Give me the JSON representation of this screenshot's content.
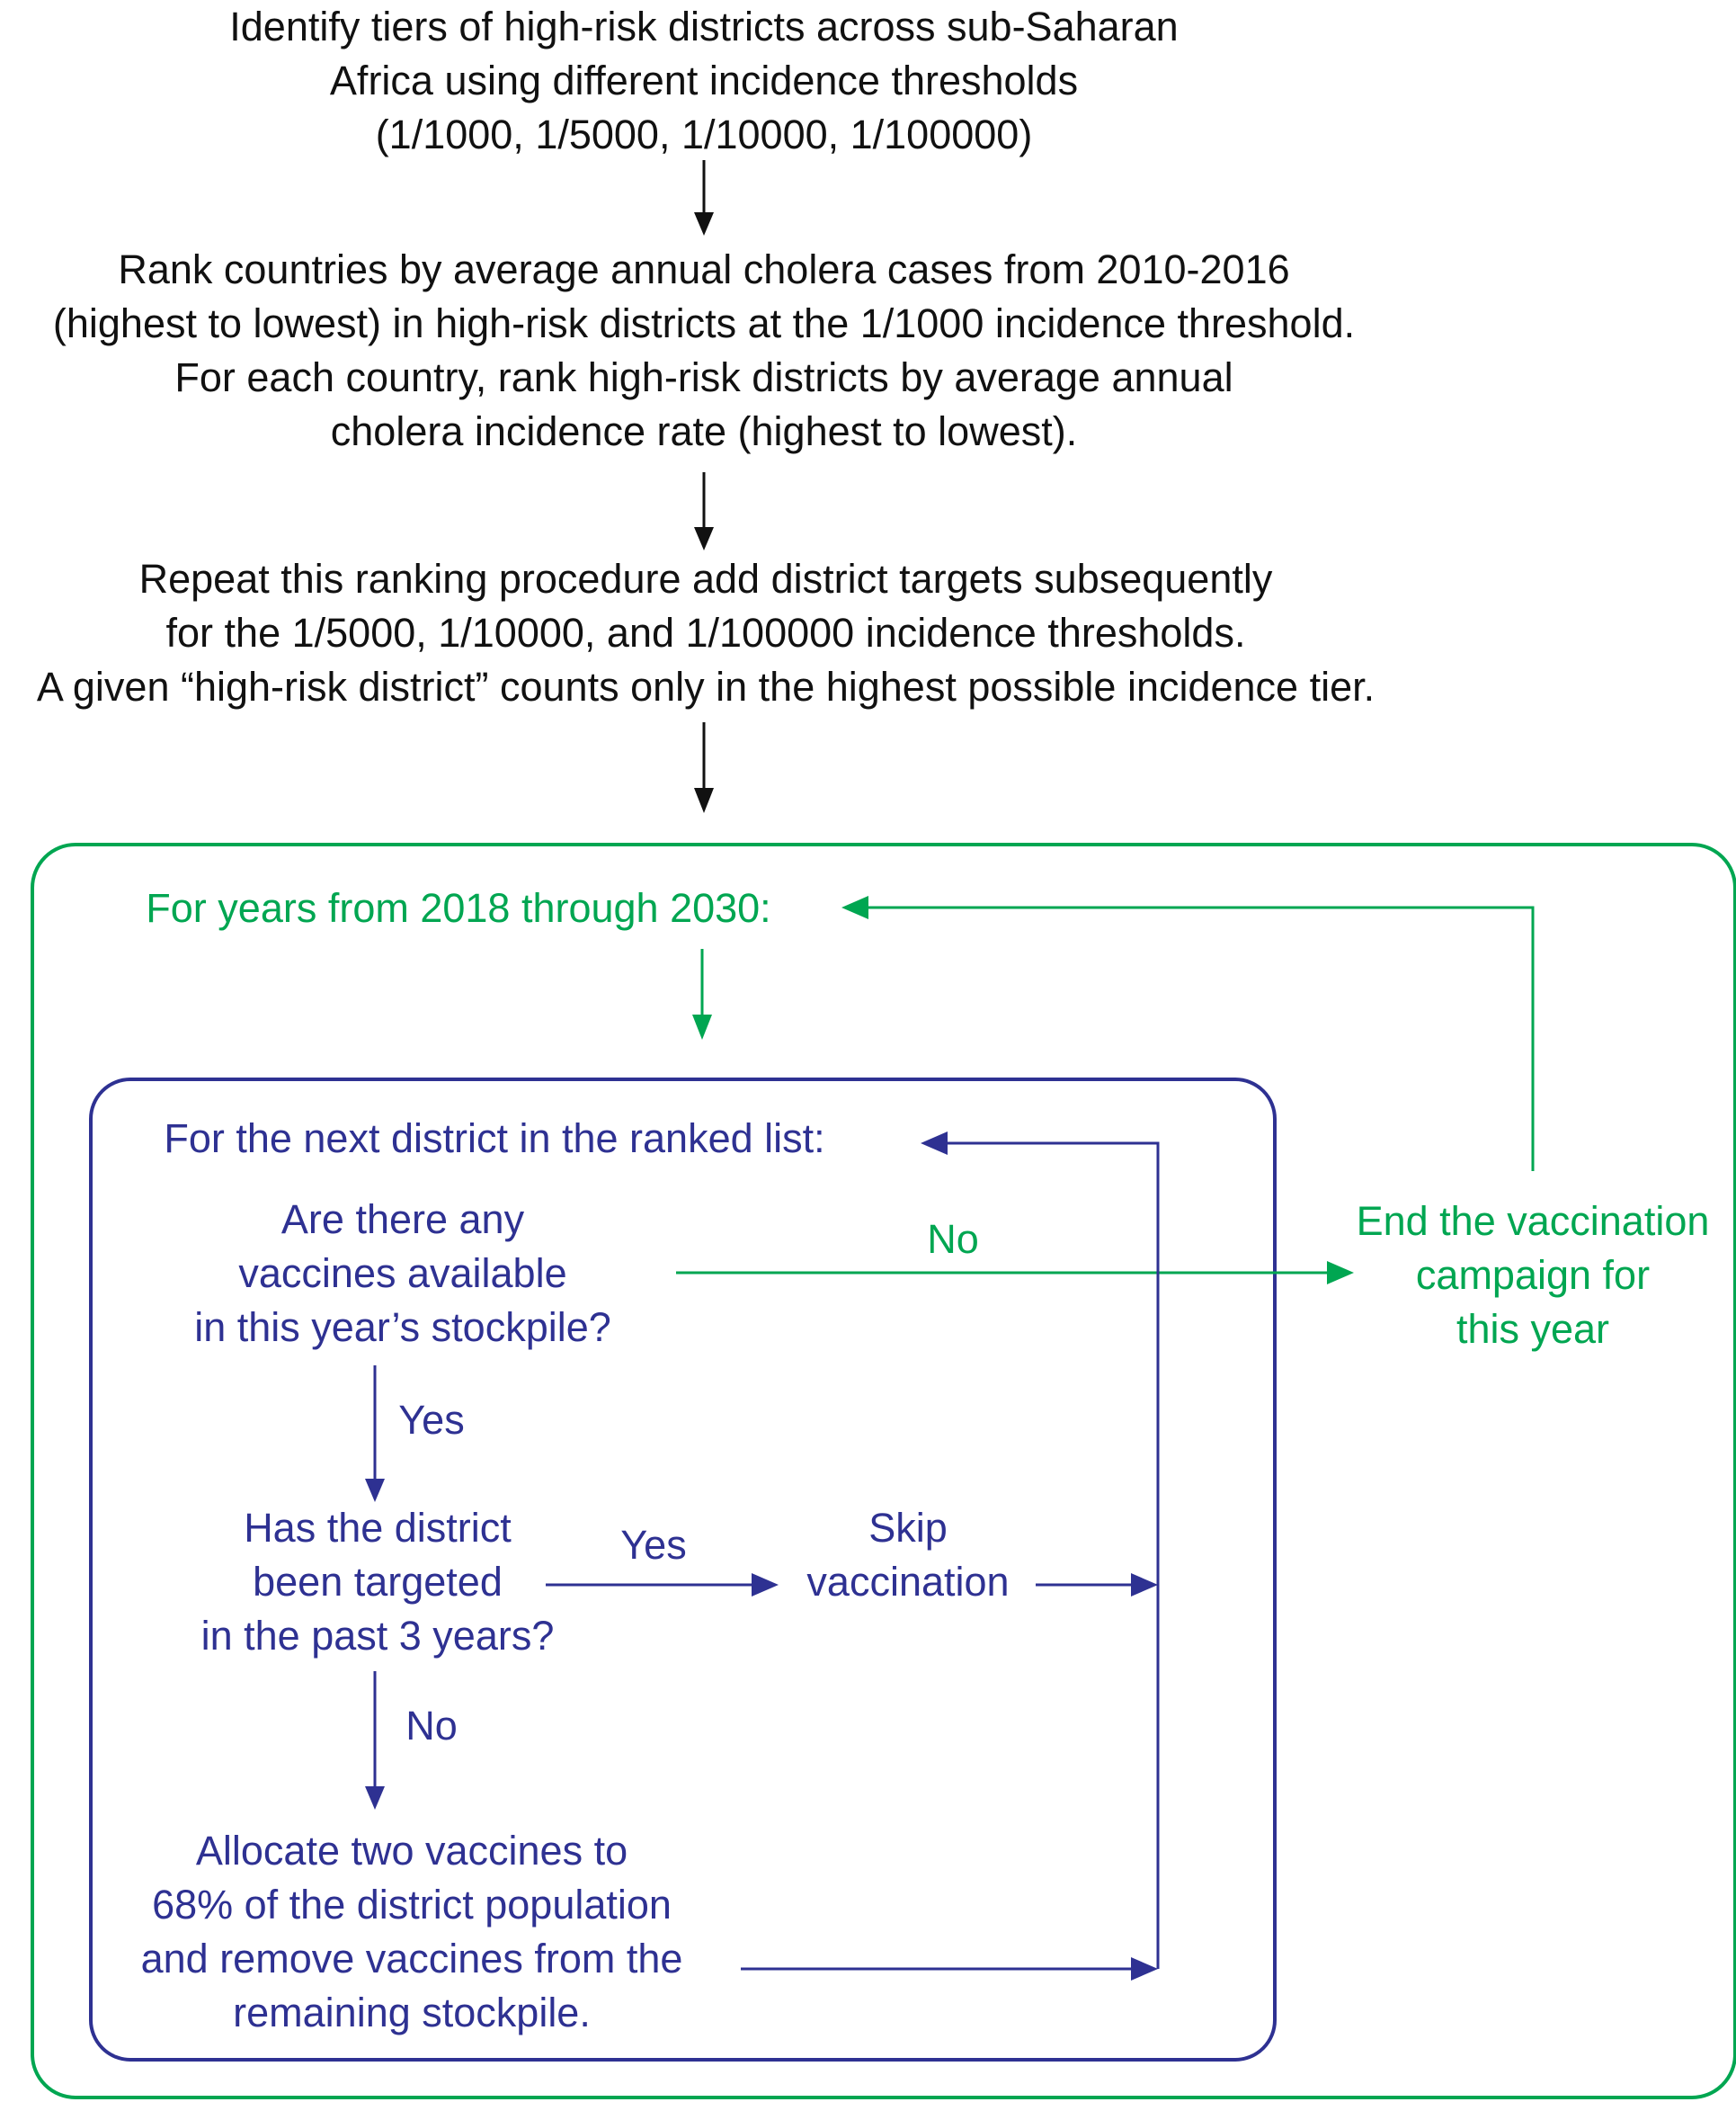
{
  "colors": {
    "black": "#111111",
    "green": "#00a651",
    "blue": "#2e3192"
  },
  "steps": {
    "step1": [
      "Identify tiers of high-risk districts across sub-Saharan",
      "Africa using different incidence thresholds",
      "(1/1000, 1/5000, 1/10000,  1/100000)"
    ],
    "step2": [
      "Rank countries by average annual cholera cases from 2010-2016",
      "(highest to lowest) in high-risk districts at the 1/1000 incidence threshold.",
      "For each country, rank high-risk districts by average annual",
      "cholera incidence rate (highest to lowest)."
    ],
    "step3": [
      "Repeat this ranking procedure add district targets subsequently",
      "for the 1/5000, 1/10000, and 1/100000 incidence thresholds.",
      "A given “high-risk district” counts only in the highest possible incidence tier."
    ]
  },
  "outer_loop": {
    "header": "For years from 2018 through 2030:",
    "end_campaign": [
      "End the vaccination",
      "campaign for",
      "this year"
    ]
  },
  "inner_loop": {
    "header": "For the next district in the ranked list:",
    "q_vaccines": [
      "Are there any",
      "vaccines available",
      "in this year’s stockpile?"
    ],
    "q_targeted": [
      "Has the district",
      "been targeted",
      "in the past 3 years?"
    ],
    "skip": [
      "Skip",
      "vaccination"
    ],
    "allocate": [
      "Allocate two vaccines to",
      "68% of the district population",
      "and remove vaccines from the",
      "remaining stockpile."
    ]
  },
  "edge_labels": {
    "no_vaccines": "No",
    "yes_vaccines": "Yes",
    "yes_targeted": "Yes",
    "no_targeted": "No"
  }
}
